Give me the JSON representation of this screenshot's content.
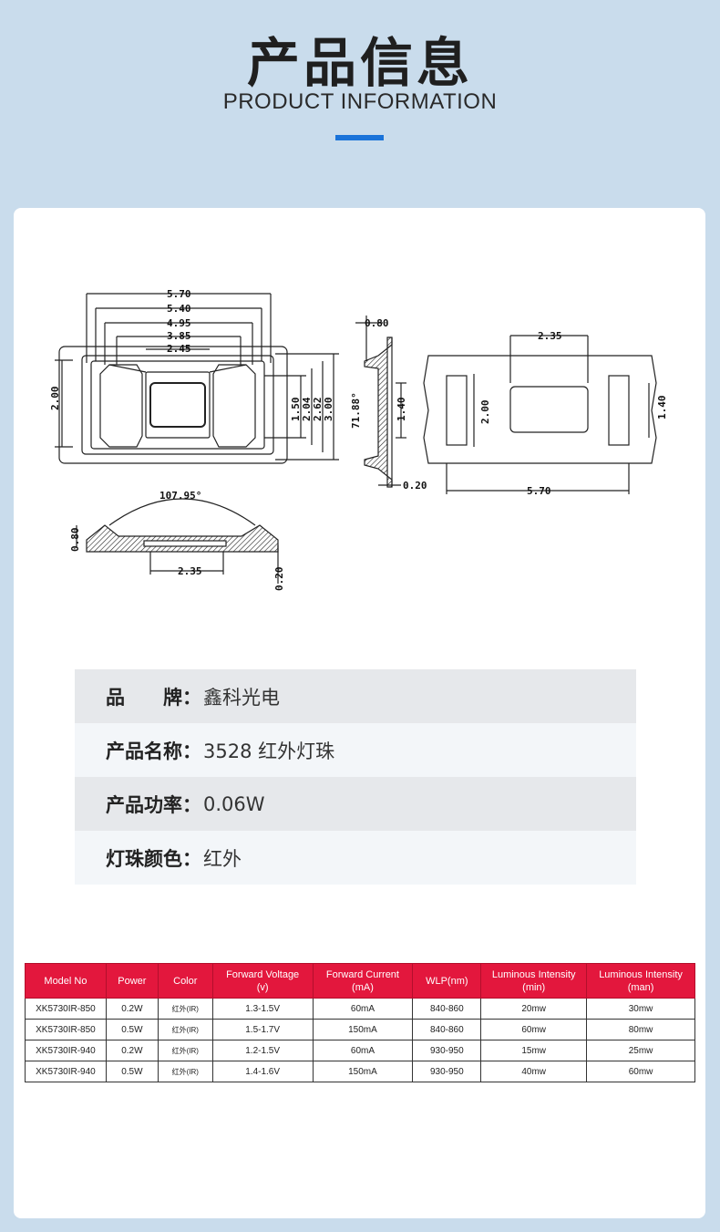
{
  "header": {
    "title": "产品信息",
    "subtitle": "PRODUCT INFORMATION"
  },
  "drawing": {
    "top_width_labels": [
      "5.70",
      "5.40",
      "4.95",
      "3.85",
      "2.45"
    ],
    "left_height": "2.00",
    "right_heights": [
      "1.50",
      "2.04",
      "2.62",
      "3.00"
    ],
    "side_top": "0.80",
    "side_angle": "71.88°",
    "side_height": "1.40",
    "side_bottom": "0.20",
    "back_top": "2.35",
    "back_left": "2.00",
    "back_right": "1.40",
    "back_bottom": "5.70",
    "section_angle": "107.95°",
    "section_left": "0.80",
    "section_bottom": "2.35",
    "section_right": "0.20"
  },
  "info": [
    {
      "label": "品　　牌：",
      "value": "鑫科光电"
    },
    {
      "label": "产品名称：",
      "value": "3528 红外灯珠"
    },
    {
      "label": "产品功率：",
      "value": "0.06W"
    },
    {
      "label": "灯珠颜色：",
      "value": "红外"
    }
  ],
  "table": {
    "headers": [
      "Model No",
      "Power",
      "Color",
      "Forward Voltage\n(v)",
      "Forward Current\n(mA)",
      "WLP(nm)",
      "Luminous Intensity\n(min)",
      "Luminous Intensity\n(man)"
    ],
    "rows": [
      [
        "XK5730IR-850",
        "0.2W",
        "红外(IR)",
        "1.3-1.5V",
        "60mA",
        "840-860",
        "20mw",
        "30mw"
      ],
      [
        "XK5730IR-850",
        "0.5W",
        "红外(IR)",
        "1.5-1.7V",
        "150mA",
        "840-860",
        "60mw",
        "80mw"
      ],
      [
        "XK5730IR-940",
        "0.2W",
        "红外(IR)",
        "1.2-1.5V",
        "60mA",
        "930-950",
        "15mw",
        "25mw"
      ],
      [
        "XK5730IR-940",
        "0.5W",
        "红外(IR)",
        "1.4-1.6V",
        "150mA",
        "930-950",
        "40mw",
        "60mw"
      ]
    ]
  }
}
